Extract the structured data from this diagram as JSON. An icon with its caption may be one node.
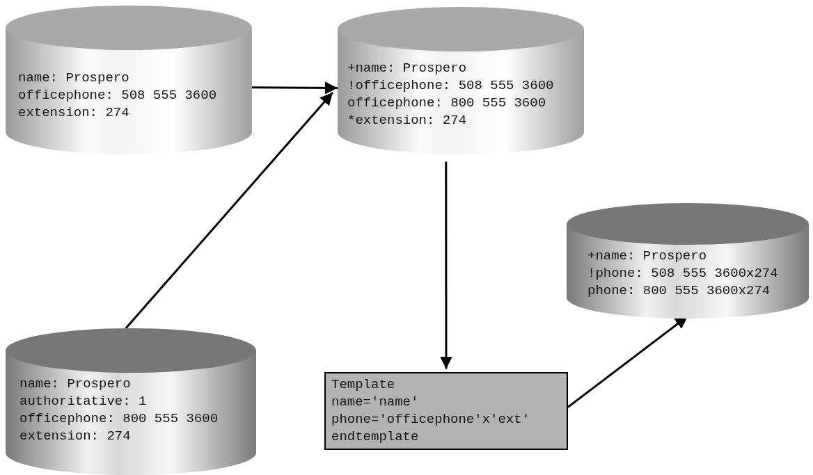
{
  "diagram": {
    "nodes": [
      {
        "text": [
          "name: Prospero",
          "officephone: 508 555 3600",
          "extension: 274"
        ]
      },
      {
        "text": [
          "+name: Prospero",
          "!officephone: 508 555 3600",
          "officephone: 800 555 3600",
          "*extension: 274"
        ]
      },
      {
        "text": [
          "+name: Prospero",
          "!phone: 508 555 3600x274",
          "phone: 800 555 3600x274"
        ]
      },
      {
        "text": [
          "name: Prospero",
          "authoritative: 1",
          "officephone: 800 555 3600",
          "extension: 274"
        ]
      },
      {
        "text": [
          "Template",
          "name='name'",
          "phone='officephone'x'ext'",
          "endtemplate"
        ]
      }
    ],
    "edges": [
      {
        "from": 0,
        "to": 1,
        "arrow": "to"
      },
      {
        "from": 3,
        "to": 1,
        "arrow": "to"
      },
      {
        "from": 1,
        "to": 4,
        "arrow": "to"
      },
      {
        "from": 4,
        "to": 2,
        "arrow": "to"
      }
    ]
  }
}
